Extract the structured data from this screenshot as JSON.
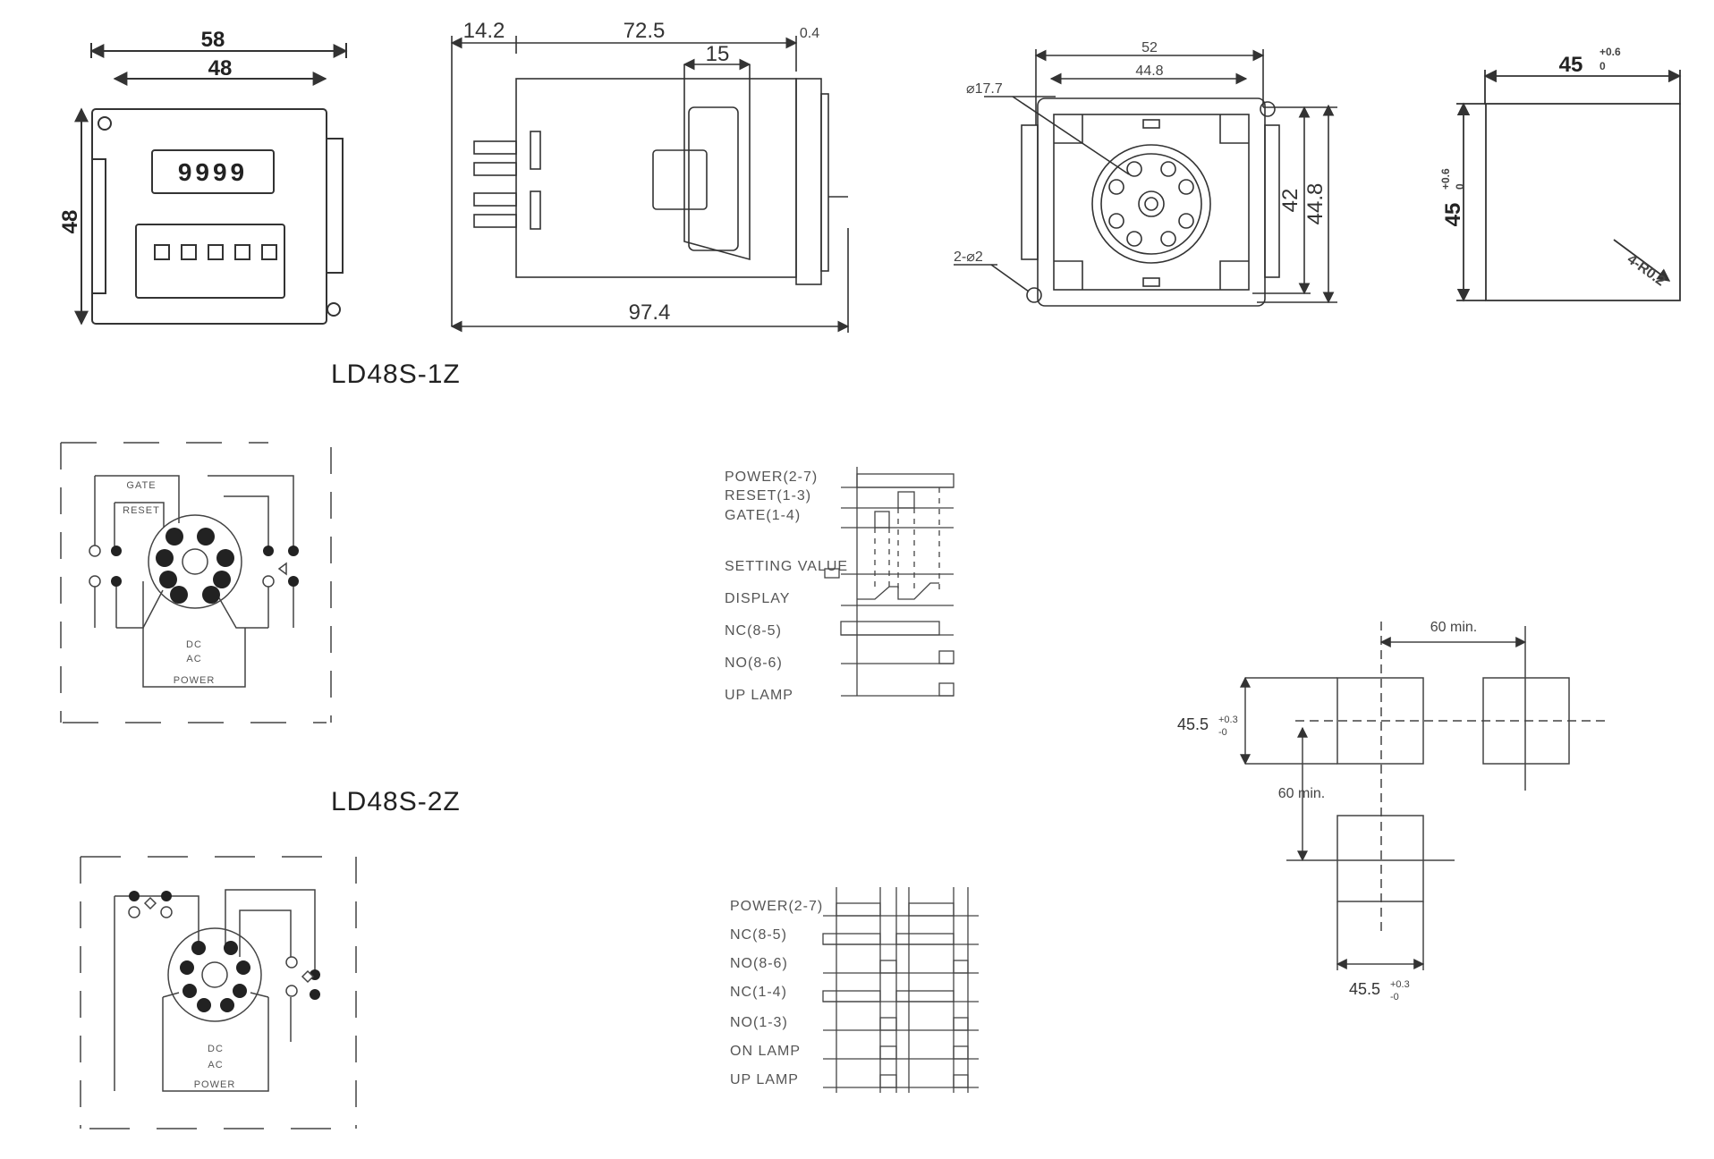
{
  "front_view": {
    "width_outer": "58",
    "width_inner": "48",
    "height": "48",
    "display_digits": "9999"
  },
  "side_view": {
    "front_depth": "14.2",
    "body_length": "72.5",
    "panel_thickness": "0.4",
    "clip_width": "15",
    "total_length": "97.4"
  },
  "back_view": {
    "width_outer": "52",
    "width_inner": "44.8",
    "height_outer": "44.8",
    "height_inner": "42",
    "socket_diameter": "⌀17.7",
    "hole_diameter": "2-⌀2"
  },
  "cutout": {
    "width": "45",
    "height": "45",
    "tolerance_top": "+0.6",
    "tolerance_bottom": "0",
    "corner": "4-R0.2"
  },
  "models": {
    "model_1": "LD48S-1Z",
    "model_2": "LD48S-2Z"
  },
  "wiring_1z": {
    "top_label_1": "GATE",
    "top_label_2": "RESET",
    "power_label": "POWER",
    "dc_label": "DC",
    "ac_label": "AC"
  },
  "wiring_2z": {
    "power_label": "POWER",
    "dc_label": "DC",
    "ac_label": "AC"
  },
  "timing_1z": {
    "rows": [
      "POWER(2-7)",
      "RESET(1-3)",
      "GATE(1-4)",
      "SETTING VALUE",
      "DISPLAY",
      "NC(8-5)",
      "NO(8-6)",
      "UP LAMP"
    ]
  },
  "timing_2z": {
    "rows": [
      "POWER(2-7)",
      "NC(8-5)",
      "NO(8-6)",
      "NC(1-4)",
      "NO(1-3)",
      "ON LAMP",
      "UP LAMP"
    ]
  },
  "panel_cutout": {
    "pitch_h": "60 min.",
    "pitch_v": "60 min.",
    "hole_h": "45.5",
    "hole_v": "45.5",
    "tol_top": "+0.3",
    "tol_bottom": "-0"
  }
}
